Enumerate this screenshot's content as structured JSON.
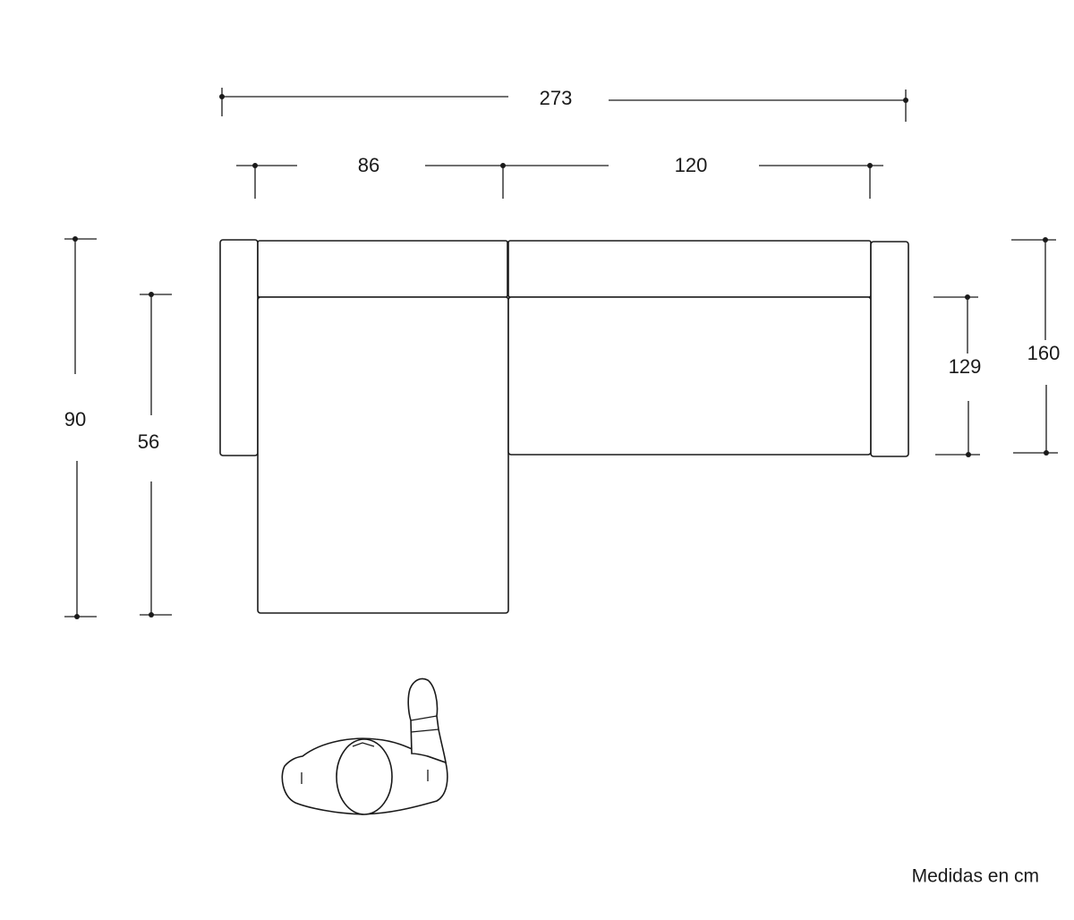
{
  "dimensions": {
    "total_width": "273",
    "chaise_width": "86",
    "section_width": "120",
    "total_depth": "90",
    "seat_depth": "56",
    "section_depth": "129",
    "chaise_depth": "160"
  },
  "note": "Medidas en cm",
  "colors": {
    "line": "#1a1a1a",
    "background": "#ffffff"
  }
}
